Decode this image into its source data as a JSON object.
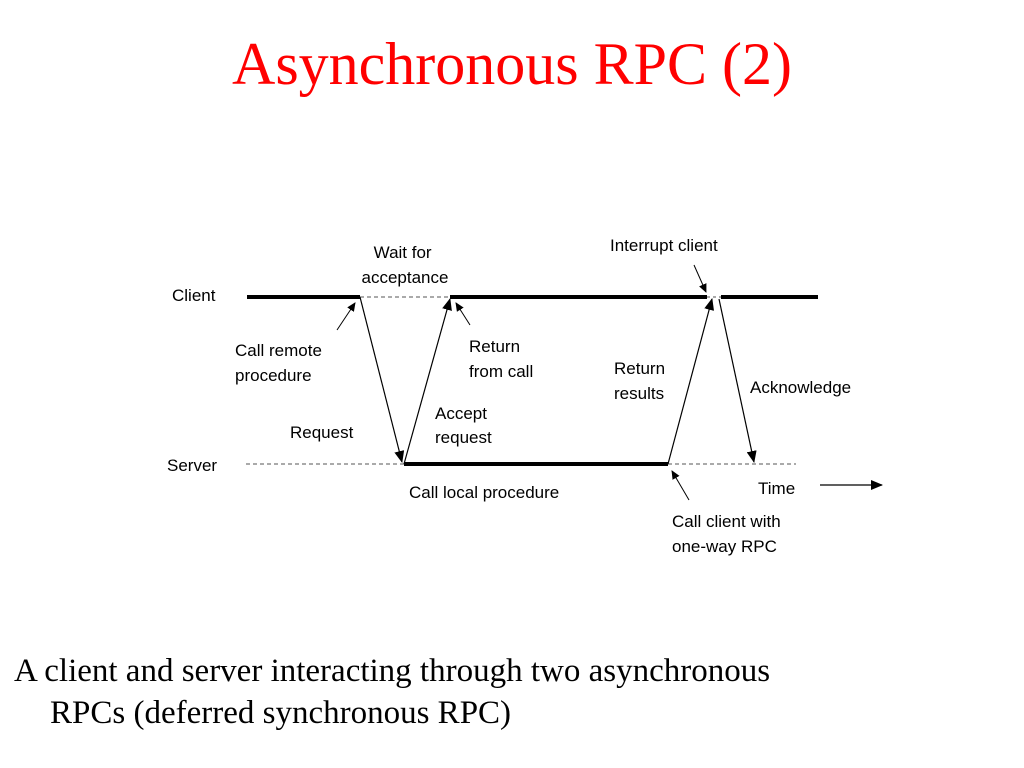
{
  "title": "Asynchronous RPC (2)",
  "diagram": {
    "client_label": "Client",
    "server_label": "Server",
    "time_label": "Time",
    "annotations": {
      "wait_for_acceptance": [
        "Wait for",
        "acceptance"
      ],
      "interrupt_client": [
        "Interrupt client"
      ],
      "call_remote_procedure": [
        "Call remote",
        "procedure"
      ],
      "return_from_call": [
        "Return",
        "from call"
      ],
      "return_results": [
        "Return",
        "results"
      ],
      "acknowledge": [
        "Acknowledge"
      ],
      "request": [
        "Request"
      ],
      "accept_request": [
        "Accept",
        "request"
      ],
      "call_local_procedure": [
        "Call local procedure"
      ],
      "call_client_oneway": [
        "Call client with",
        "one-way RPC"
      ]
    }
  },
  "caption": {
    "line1": "A client and server interacting through two asynchronous",
    "line2": "RPCs (deferred synchronous RPC)"
  }
}
